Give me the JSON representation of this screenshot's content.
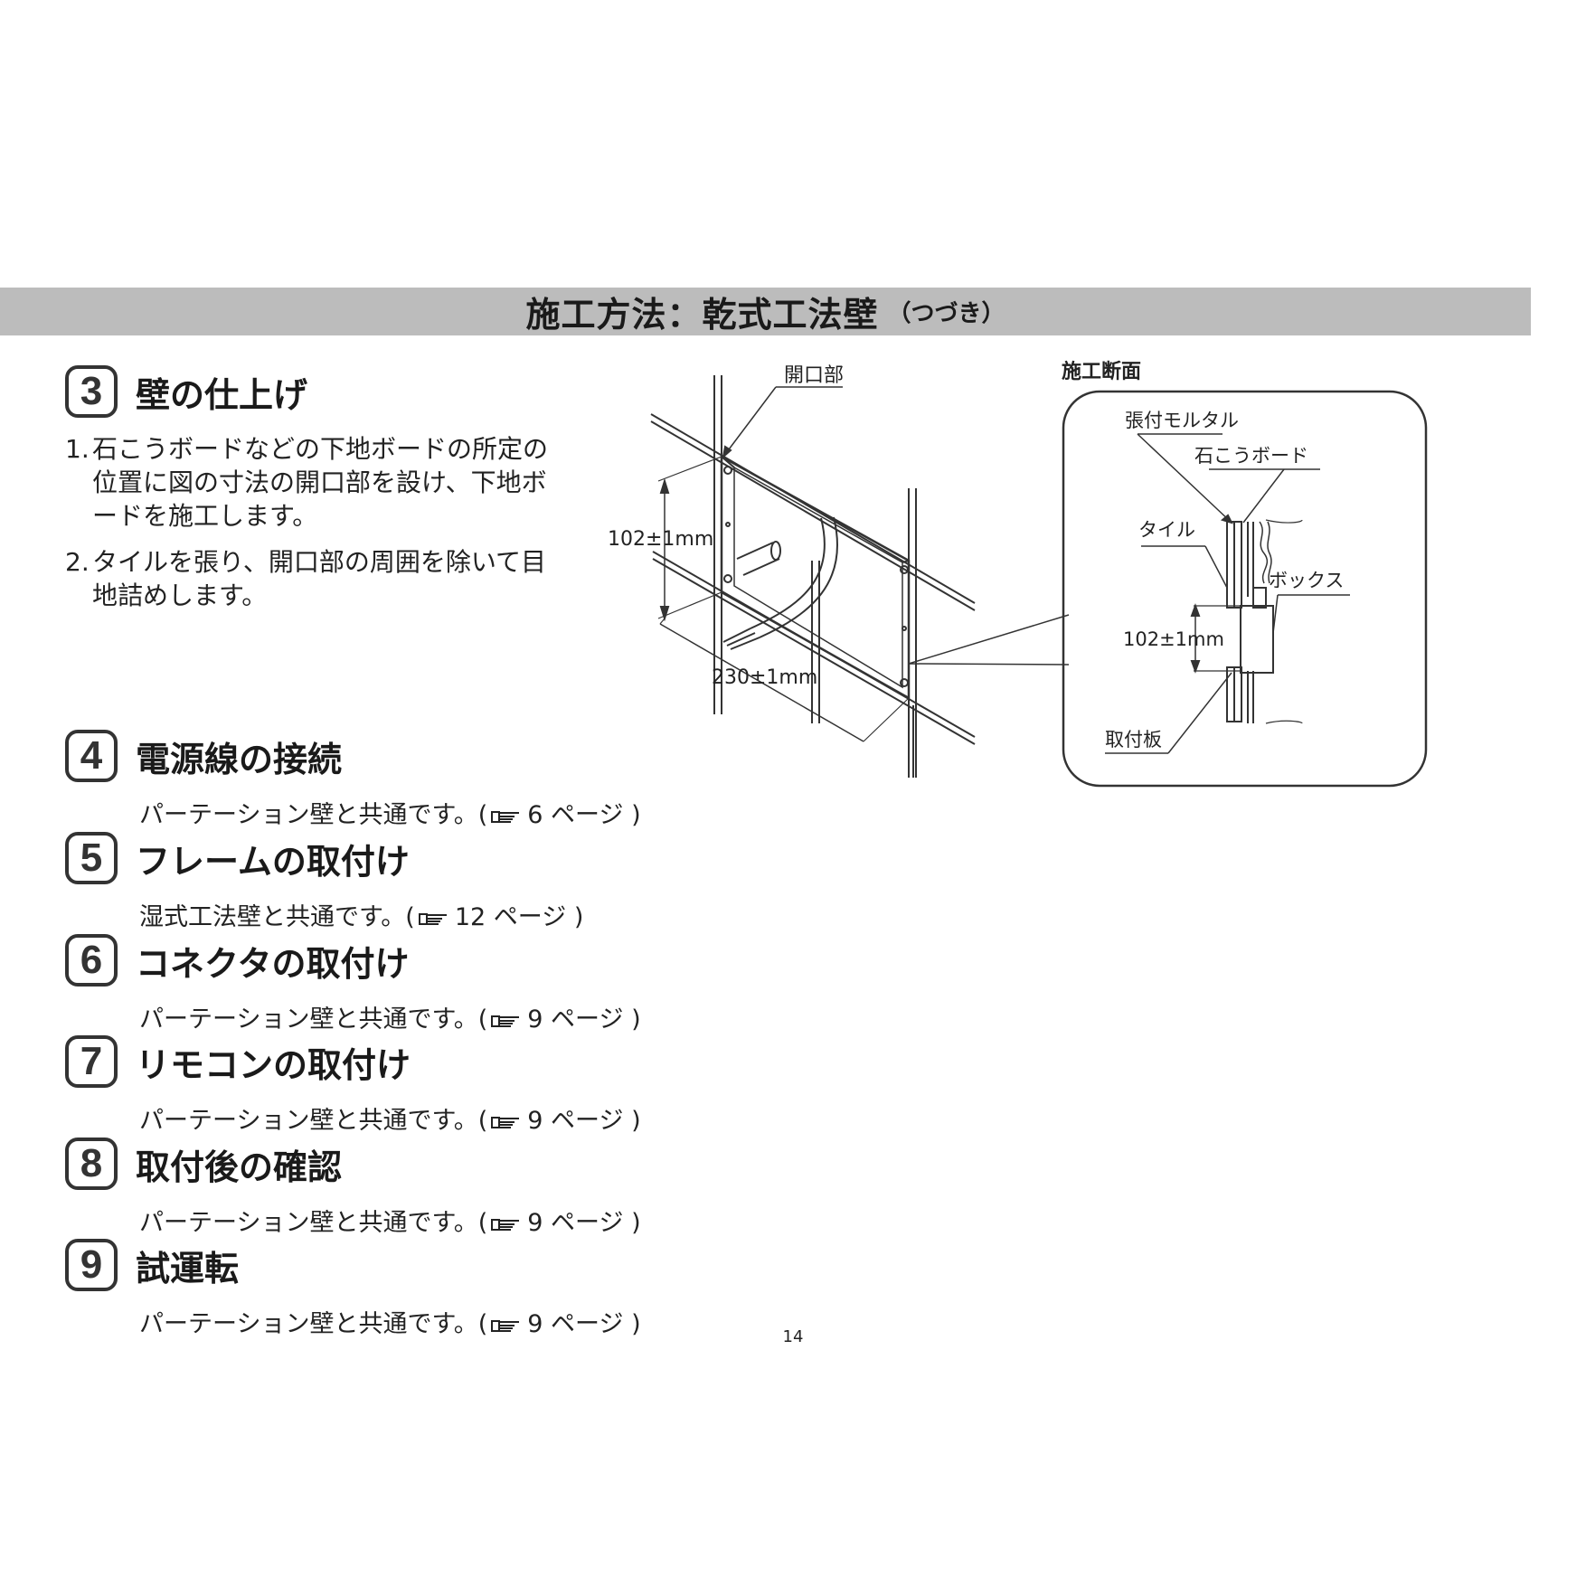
{
  "header": {
    "title": "施工方法：乾式工法壁",
    "subtitle": "（つづき）"
  },
  "steps": [
    {
      "number": "3",
      "title": "壁の仕上げ",
      "items": [
        {
          "marker": "1.",
          "text": "石こうボードなどの下地ボードの所定の位置に図の寸法の開口部を設け、下地ボードを施工します。"
        },
        {
          "marker": "2.",
          "text": "タイルを張り、開口部の周囲を除いて目地詰めします。"
        }
      ]
    },
    {
      "number": "4",
      "title": "電源線の接続",
      "desc": "パーテーション壁と共通です。(",
      "ref": "6 ページ )"
    },
    {
      "number": "5",
      "title": "フレームの取付け",
      "desc": "湿式工法壁と共通です。(",
      "ref": "12 ページ )"
    },
    {
      "number": "6",
      "title": "コネクタの取付け",
      "desc": "パーテーション壁と共通です。(",
      "ref": "9 ページ )"
    },
    {
      "number": "7",
      "title": "リモコンの取付け",
      "desc": "パーテーション壁と共通です。(",
      "ref": "9 ページ )"
    },
    {
      "number": "8",
      "title": "取付後の確認",
      "desc": "パーテーション壁と共通です。(",
      "ref": "9 ページ )"
    },
    {
      "number": "9",
      "title": "試運転",
      "desc": "パーテーション壁と共通です。(",
      "ref": "9 ページ )"
    }
  ],
  "diagram": {
    "opening_label": "開口部",
    "height_dim": "102±1mm",
    "width_dim": "230±1mm"
  },
  "section": {
    "title": "施工断面",
    "mortar": "張付モルタル",
    "gypsum": "石こうボード",
    "tile": "タイル",
    "box": "ボックス",
    "height_dim": "102±1mm",
    "plate": "取付板"
  },
  "footer": {
    "page_number": "14"
  }
}
